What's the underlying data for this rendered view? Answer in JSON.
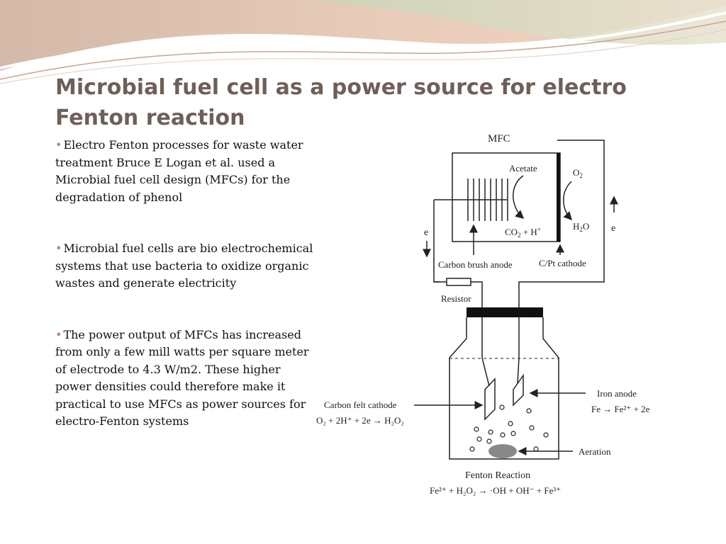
{
  "slide": {
    "title": "Microbial fuel cell as a power source for electro Fenton reaction",
    "bullets": [
      "Electro Fenton processes for waste water treatment Bruce E Logan et al. used a Microbial fuel cell design (MFCs) for the degradation of phenol",
      "Microbial fuel cells are bio electrochemical systems that use bacteria to oxidize organic wastes and generate electricity",
      "The power output of MFCs has increased from only a few mill watts per square meter of electrode to 4.3 W/m2. These higher power densities could therefore make it practical to use MFCs as power sources for electro-Fenton systems"
    ],
    "bullet_marker": "•",
    "accent_color": "#b9866c",
    "title_color": "#6e5f58"
  },
  "diagram": {
    "mfc": "MFC",
    "acetate": "Acetate",
    "o2": "O",
    "o2_sub": "2",
    "h2o": "H",
    "h2o_sub": "2",
    "h2o_end": "O",
    "co2": "CO",
    "co2_sub": "2",
    "co2_end": " + H",
    "co2_sup": "+",
    "e_left": "e",
    "e_right": "e",
    "anode": "Carbon brush anode",
    "cathode": "C/Pt cathode",
    "resistor": "Resistor",
    "felt_cathode": "Carbon felt cathode",
    "felt_eq": "O₂ + 2H⁺ + 2e → H₂O₂",
    "iron_anode": "Iron anode",
    "iron_eq": "Fe → Fe²⁺ + 2e",
    "aeration": "Aeration",
    "fenton": "Fenton Reaction",
    "fenton_eq": "Fe²⁺ + H₂O₂ → ·OH + OH⁻ + Fe³⁺"
  }
}
